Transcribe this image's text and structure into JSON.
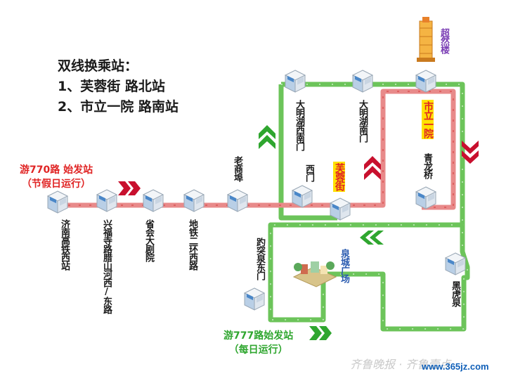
{
  "legend": {
    "title": "双线换乘站：",
    "line1": "1、芙蓉街 路北站",
    "line2": "2、市立一院 路南站"
  },
  "routes": {
    "route770": {
      "name": "游770路 始发站",
      "note": "（节假日运行）",
      "color": "#e02424"
    },
    "route777": {
      "name": "游777路始发站",
      "note": "（每日运行）",
      "color": "#2fa62f"
    }
  },
  "stops": {
    "jinan_west": "济南高铁西站",
    "xingfusi": "兴福寺路腊山河西/东路",
    "shenghui": "省会大剧院",
    "ditie": "地铁二环西路",
    "laoshangbu": "老商埠",
    "ximen": "西门",
    "furongjie": "芙蓉街",
    "damingxi": "大明湖西南门",
    "damingnan": "大明湖南门",
    "shiliyiyuan": "市立一院",
    "qinglongqiao": "青龙桥",
    "baotuquan": "趵突泉东门",
    "quancheng": "泉城广场",
    "heihuquan": "黑虎泉",
    "chaoranlou": "超然楼"
  },
  "watermark": {
    "brand": "齐鲁晚报 · 齐鲁壹点",
    "url": "www.365jz.com"
  },
  "colors": {
    "red_line": "#e02424",
    "green_line": "#6cc45a",
    "arrow_red": "#c8102e",
    "arrow_green": "#2fa62f"
  }
}
